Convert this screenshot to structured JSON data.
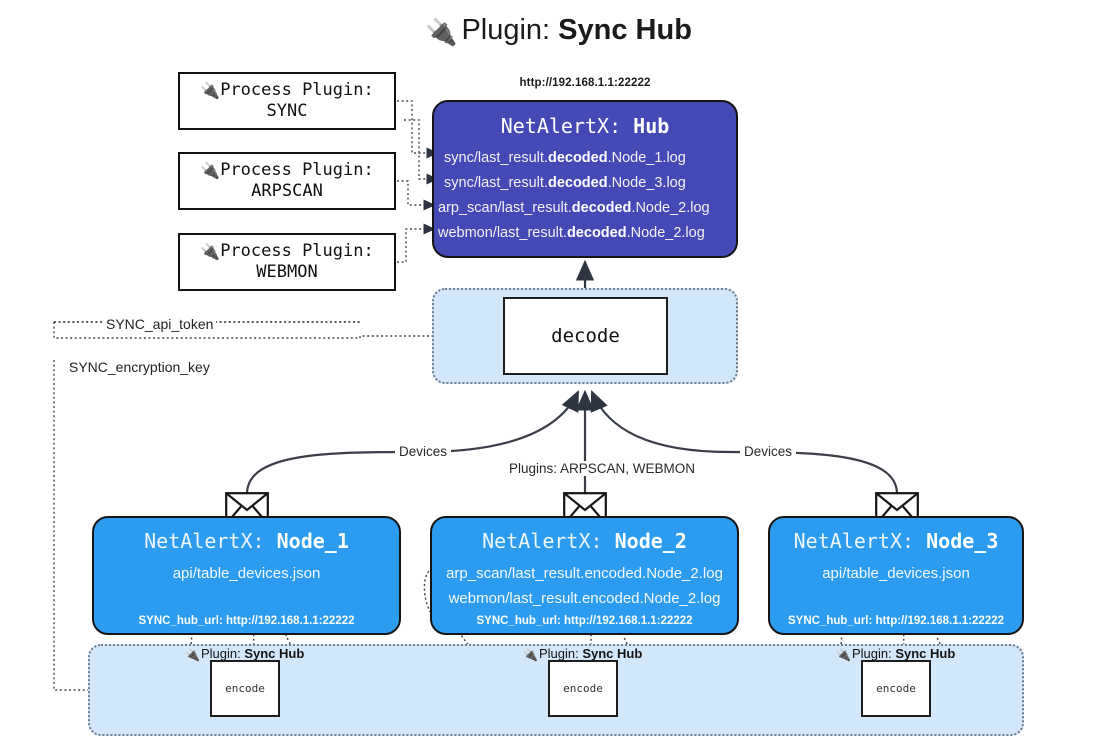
{
  "title": {
    "icon": "plug-icon",
    "prefix": "Plugin:",
    "name": "Sync Hub"
  },
  "process_plugins": [
    {
      "icon": "plug-icon",
      "label": "Process Plugin:",
      "name": "SYNC"
    },
    {
      "icon": "plug-icon",
      "label": "Process Plugin:",
      "name": "ARPSCAN"
    },
    {
      "icon": "plug-icon",
      "label": "Process Plugin:",
      "name": "WEBMON"
    }
  ],
  "hub": {
    "url": "http://192.168.1.1:22222",
    "title_prefix": "NetAlertX:",
    "title_name": "Hub",
    "logs": [
      {
        "pre": "sync/last_result.",
        "bold": "decoded",
        "post": ".Node_1.log"
      },
      {
        "pre": "sync/last_result.",
        "bold": "decoded",
        "post": ".Node_3.log"
      },
      {
        "pre": "arp_scan/last_result.",
        "bold": "decoded",
        "post": ".Node_2.log"
      },
      {
        "pre": "webmon/last_result.",
        "bold": "decoded",
        "post": ".Node_2.log"
      }
    ]
  },
  "decode": {
    "label": "decode"
  },
  "keys": {
    "api_token": "SYNC_api_token",
    "encryption_key": "SYNC_encryption_key"
  },
  "edge_labels": {
    "devices_left": "Devices",
    "devices_right": "Devices",
    "plugins_center": "Plugins: ARPSCAN, WEBMON"
  },
  "nodes": [
    {
      "title_prefix": "NetAlertX:",
      "title_name": "Node_1",
      "lines": [
        "api/table_devices.json"
      ],
      "hub_url": "SYNC_hub_url: http://192.168.1.1:22222",
      "envelope": "envelope-icon"
    },
    {
      "title_prefix": "NetAlertX:",
      "title_name": "Node_2",
      "lines": [
        "arp_scan/last_result.encoded.Node_2.log",
        "webmon/last_result.encoded.Node_2.log"
      ],
      "hub_url": "SYNC_hub_url: http://192.168.1.1:22222",
      "envelope": "envelope-icon"
    },
    {
      "title_prefix": "NetAlertX:",
      "title_name": "Node_3",
      "lines": [
        "api/table_devices.json"
      ],
      "hub_url": "SYNC_hub_url: http://192.168.1.1:22222",
      "envelope": "envelope-icon"
    }
  ],
  "plugin_instances": [
    {
      "icon": "plug-icon",
      "prefix": "Plugin:",
      "name": "Sync Hub",
      "box_label": "encode"
    },
    {
      "icon": "plug-icon",
      "prefix": "Plugin:",
      "name": "Sync Hub",
      "box_label": "encode"
    },
    {
      "icon": "plug-icon",
      "prefix": "Plugin:",
      "name": "Sync Hub",
      "box_label": "encode"
    }
  ],
  "colors": {
    "hub_fill": "#4549b5",
    "node_fill": "#2b9cf0",
    "group_fill": "#d2e7fa",
    "stroke": "#151515",
    "dotted_stroke": "#6d7b86"
  }
}
